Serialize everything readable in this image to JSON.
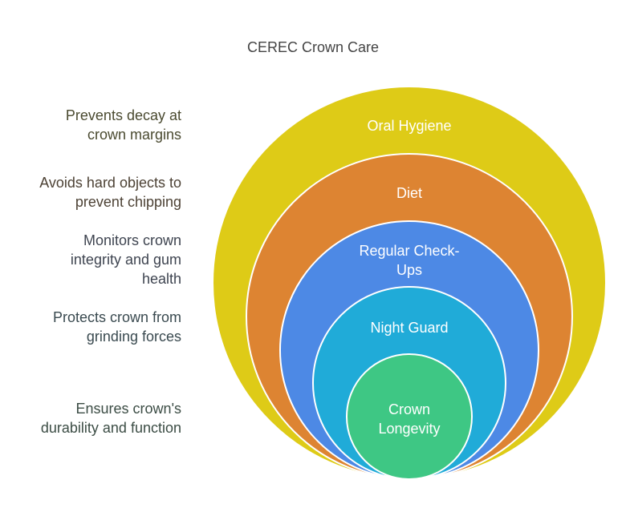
{
  "title": "CEREC Crown Care",
  "layers": [
    {
      "name": "Oral Hygiene",
      "lines": [
        "Oral Hygiene"
      ],
      "color": "#DECB17",
      "description": [
        "Prevents decay at",
        "crown margins"
      ],
      "desc_color": "#4A4A30"
    },
    {
      "name": "Diet",
      "lines": [
        "Diet"
      ],
      "color": "#DD8432",
      "description": [
        "Avoids hard objects to",
        "prevent chipping"
      ],
      "desc_color": "#4D4235"
    },
    {
      "name": "Regular Check-Ups",
      "lines": [
        "Regular Check-",
        "Ups"
      ],
      "color": "#4D89E5",
      "description": [
        "Monitors crown",
        "integrity and gum",
        "health"
      ],
      "desc_color": "#3E4450"
    },
    {
      "name": "Night Guard",
      "lines": [
        "Night Guard"
      ],
      "color": "#20ABD8",
      "description": [
        "Protects crown from",
        "grinding forces"
      ],
      "desc_color": "#3A4A50"
    },
    {
      "name": "Crown Longevity",
      "lines": [
        "Crown",
        "Longevity"
      ],
      "color": "#3EC784",
      "description": [
        "Ensures crown's",
        "durability and function"
      ],
      "desc_color": "#3C4D45"
    }
  ]
}
